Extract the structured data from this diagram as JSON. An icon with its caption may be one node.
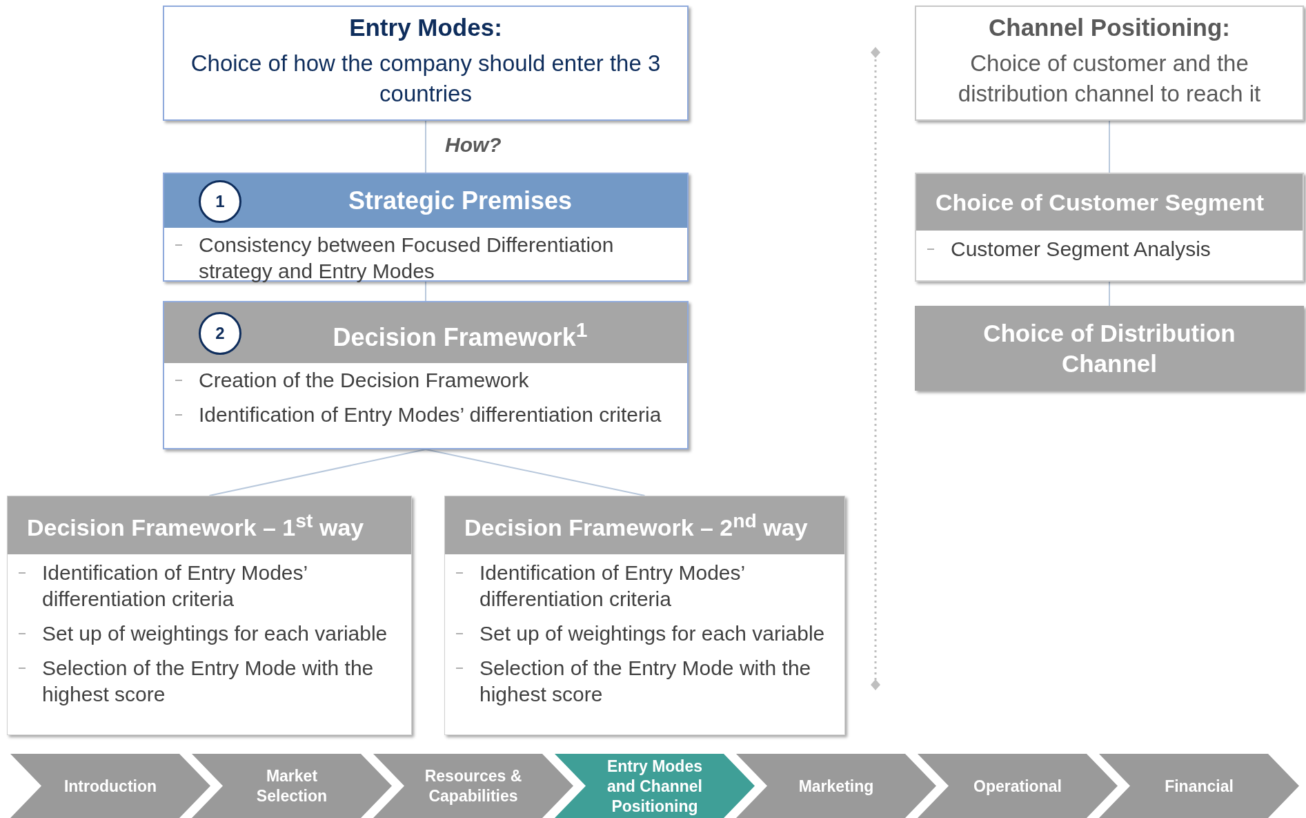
{
  "diagram": {
    "nodes": [
      {
        "text": [
          "Entry Modes:",
          "Choice of how the company should enter the 3 countries"
        ]
      },
      {
        "text": [
          "1",
          "Strategic Premises",
          "Consistency between Focused Differentiation strategy and Entry Modes"
        ]
      },
      {
        "text": [
          "2",
          "Decision Framework$^{1}$",
          "Creation of the Decision Framework",
          "Identification of Entry Modes’ differentiation criteria"
        ]
      },
      {
        "text": [
          "Decision Framework – 1$^{st}$ way",
          "Identification of Entry Modes’ differentiation criteria",
          "Set up of weightings for each variable",
          "Selection of the Entry Mode with the highest score"
        ]
      },
      {
        "text": [
          "Decision Framework – 2$^{nd}$ way",
          "Identification of Entry Modes’ differentiation criteria",
          "Set up of weightings for each variable",
          "Selection of the Entry Mode with the highest score"
        ]
      },
      {
        "text": [
          "Channel Positioning:",
          "Choice of customer and the distribution channel to reach it"
        ]
      },
      {
        "text": [
          "Choice of Customer Segment",
          "Customer Segment Analysis"
        ]
      },
      {
        "text": [
          "Choice of Distribution Channel"
        ]
      },
      {
        "text": [
          "Introduction"
        ]
      },
      {
        "text": [
          "Market Selection"
        ]
      },
      {
        "text": [
          "Resources & Capabilities"
        ]
      },
      {
        "text": [
          "Entry Modes and Channel Positioning"
        ]
      },
      {
        "text": [
          "Marketing"
        ]
      },
      {
        "text": [
          "Operational"
        ]
      },
      {
        "text": [
          "Financial"
        ]
      }
    ],
    "edges": [
      {
        "from": 0,
        "to": 1,
        "arrow": "none",
        "label": "How?"
      },
      {
        "from": 1,
        "to": 2,
        "arrow": "none"
      },
      {
        "from": 2,
        "to": 3,
        "arrow": "none"
      },
      {
        "from": 2,
        "to": 4,
        "arrow": "none"
      },
      {
        "from": 5,
        "to": 6,
        "arrow": "none"
      },
      {
        "from": 6,
        "to": 7,
        "arrow": "none"
      }
    ]
  }
}
